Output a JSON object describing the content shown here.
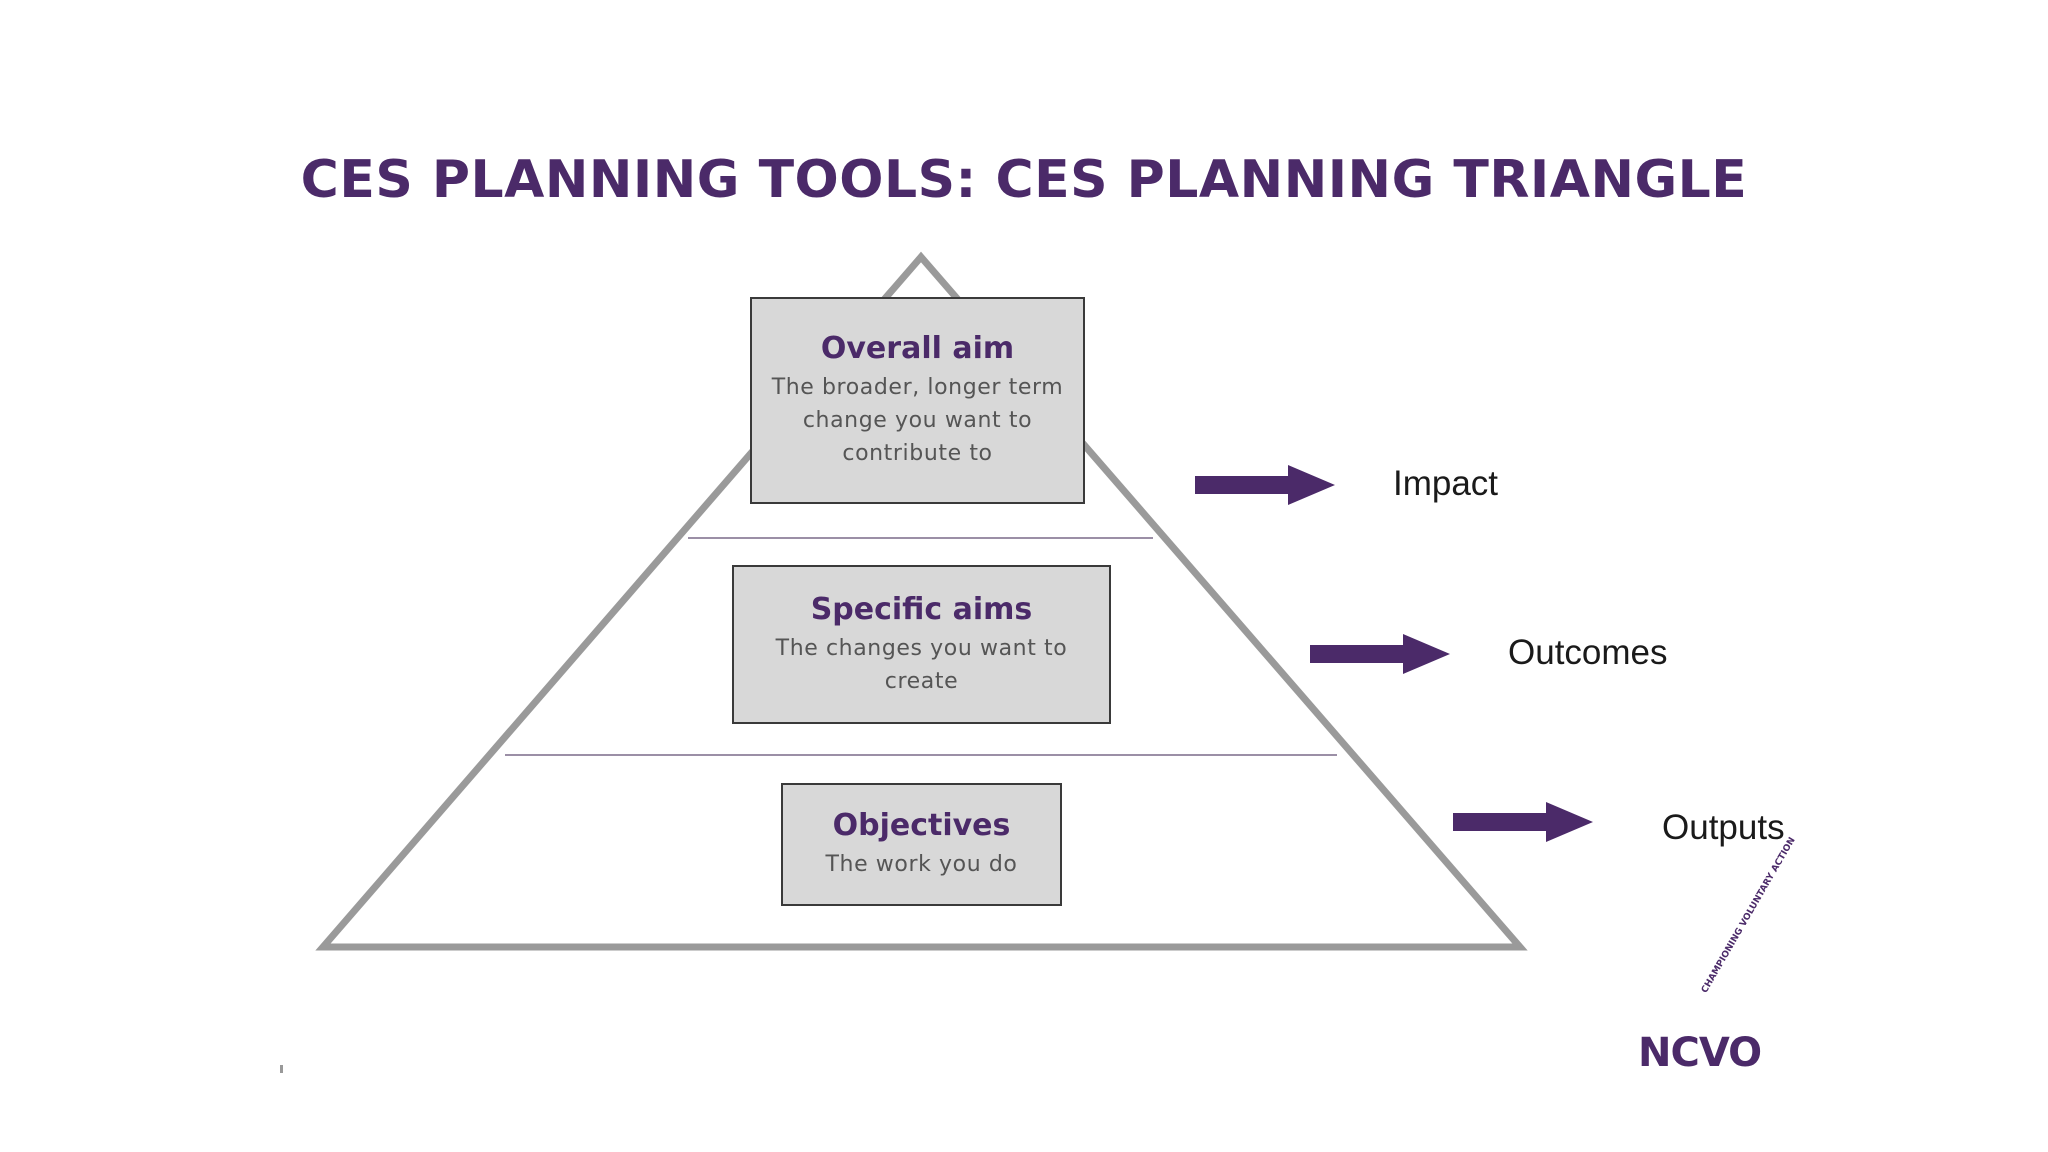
{
  "slide": {
    "title": "CES PLANNING TOOLS: CES PLANNING TRIANGLE"
  },
  "levels": [
    {
      "title": "Overall aim",
      "description": "The broader, longer term change you want to contribute to",
      "result": "Impact"
    },
    {
      "title": "Specific aims",
      "description": "The changes you want to create",
      "result": "Outcomes"
    },
    {
      "title": "Objectives",
      "description": "The work you do",
      "result": "Outputs"
    }
  ],
  "logo": {
    "name": "NCVO",
    "tagline": "CHAMPIONING VOLUNTARY ACTION"
  },
  "colors": {
    "brand_purple": "#4b2a69",
    "box_fill": "#d8d8d8",
    "triangle_stroke": "#999999"
  },
  "icons": {
    "arrow": "right-arrow-icon",
    "triangle": "pyramid-triangle"
  }
}
